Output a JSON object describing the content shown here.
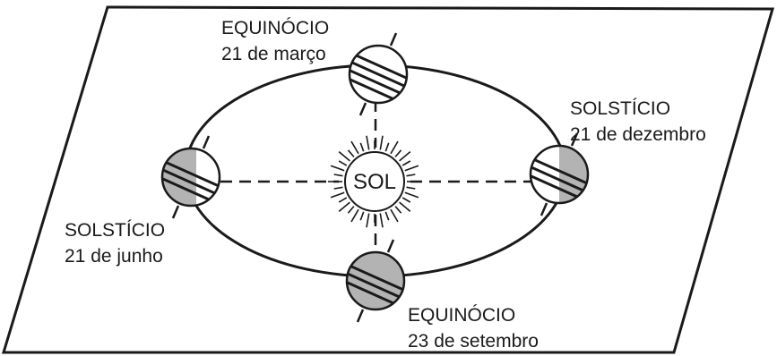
{
  "center": {
    "label": "SOL"
  },
  "positions": [
    {
      "id": "march",
      "event": "EQUINÓCIO",
      "date": "21 de março",
      "hemisphere_lit": "full"
    },
    {
      "id": "december",
      "event": "SOLSTÍCIO",
      "date": "21 de dezembro",
      "hemisphere_lit": "left"
    },
    {
      "id": "september",
      "event": "EQUINÓCIO",
      "date": "23 de setembro",
      "hemisphere_lit": "none"
    },
    {
      "id": "june",
      "event": "SOLSTÍCIO",
      "date": "21 de junho",
      "hemisphere_lit": "right"
    }
  ],
  "colors": {
    "ink": "#1a1a1a",
    "shadow": "#b3b3b3",
    "paper": "#ffffff"
  }
}
